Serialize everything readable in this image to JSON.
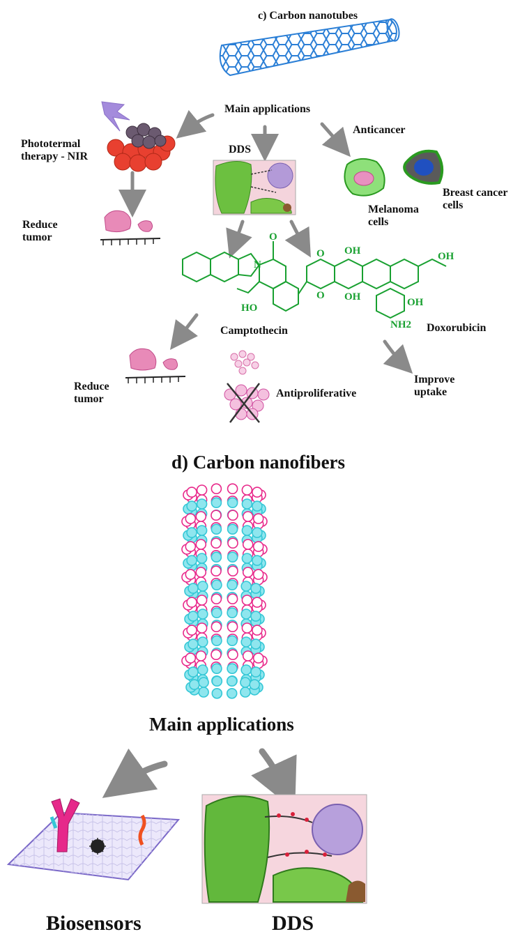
{
  "section_c": {
    "title": "c) Carbon nanotubes",
    "main_applications": "Main applications",
    "phototermal": "Phototermal\ntherapy - NIR",
    "dds": "DDS",
    "anticancer": "Anticancer",
    "breast_cancer": "Breast cancer\ncells",
    "melanoma": "Melanoma\ncells",
    "reduce_tumor_1": "Reduce\ntumor",
    "camptothecin": "Camptothecin",
    "doxorubicin": "Doxorubicin",
    "reduce_tumor_2": "Reduce\ntumor",
    "antiproliferative": "Antiproliferative",
    "improve_uptake": "Improve\nuptake",
    "camptothecin_labels": {
      "oxo1": "O",
      "oh": "HO",
      "n": "N"
    },
    "doxorubicin_labels": {
      "oh1": "OH",
      "oh2": "OH",
      "oh3": "OH",
      "oh4": "OH",
      "nh2": "NH2",
      "o1": "O",
      "o2": "O"
    }
  },
  "section_d": {
    "title": "d) Carbon nanofibers",
    "main_applications": "Main applications",
    "biosensors": "Biosensors",
    "dds": "DDS"
  },
  "colors": {
    "nanotube": "#2b7fd6",
    "arrow": "#8a8a8a",
    "tumor_pink": "#e0559a",
    "fiber_pink": "#e8288a",
    "fiber_cyan": "#35c7d6",
    "molecule_green": "#18a030",
    "cell_green": "#5cb82c",
    "cell_purple": "#b39ad8"
  }
}
